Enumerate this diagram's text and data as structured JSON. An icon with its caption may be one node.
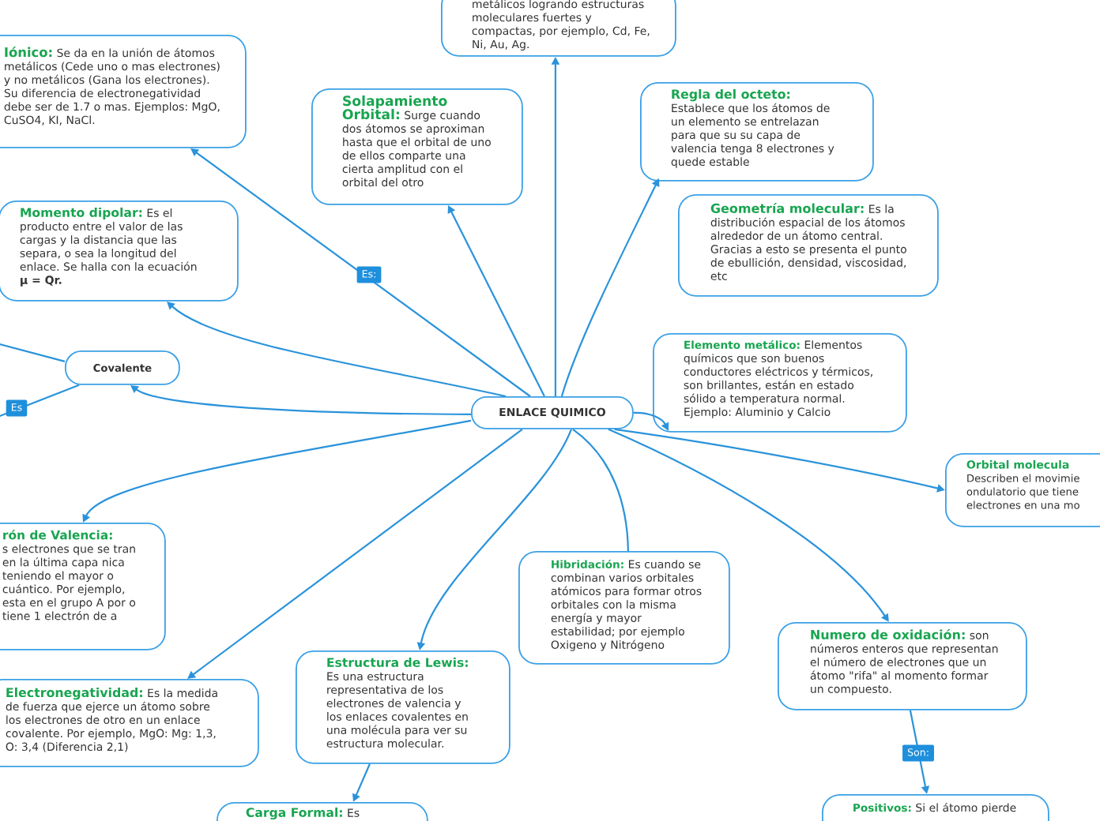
{
  "diagram": {
    "nodes": [
      {
        "text": [
          "metálicos logrando estructuras moleculares fuertes y compactas, por ejemplo, Cd, Fe, Ni, Au, Ag."
        ]
      },
      {
        "text": [
          "Iónico:",
          "Se da en la unión de átomos metálicos (Cede uno o mas electrones) y no metálicos (Gana los electrones). Su diferencia de electronegatividad debe ser de 1.7 o mas. Ejemplos: MgO, CuSO4, KI, NaCl."
        ]
      },
      {
        "text": [
          "Regla del octeto:",
          "Establece que los átomos de un elemento se entrelazan para que su su capa de valencia tenga 8 electrones y quede estable"
        ]
      },
      {
        "text": [
          "Solapamiento Orbital:",
          "Surge cuando dos átomos se aproximan hasta que el orbital de uno de ellos comparte una cierta amplitud con el orbital del otro"
        ]
      },
      {
        "text": [
          "Geometría molecular:",
          "Es la distribución espacial de los átomos alrededor de un átomo central. Gracias a esto se presenta el punto de ebullición, densidad, viscosidad, etc"
        ]
      },
      {
        "text": [
          "Momento dipolar:",
          "Es el producto entre el valor de las cargas y la distancia que las separa, o sea la longitud del enlace. Se halla con la ecuación **μ = Qr.**"
        ]
      },
      {
        "text": [
          "Elemento metálico:",
          "Elementos químicos que son buenos conductores eléctricos y térmicos, son brillantes, están en estado sólido a temperatura normal. Ejemplo: Aluminio y Calcio"
        ]
      },
      {
        "text": [
          "Covalente"
        ]
      },
      {
        "text": [
          "ENLACE QUIMICO"
        ]
      },
      {
        "text": [
          "Orbital molecula",
          "Describen el movimie ondulatorio que tiene electrones en una mo"
        ]
      },
      {
        "text": [
          "rón de Valencia:",
          "s electrones que se tran en la última capa nica teniendo el mayor o cuántico. Por ejemplo, esta en el grupo A por o tiene 1 electrón de a"
        ]
      },
      {
        "text": [
          "Hibridación:",
          "Es cuando se combinan varios orbitales atómicos para formar otros orbitales con la misma energía y mayor estabilidad; por ejemplo Oxigeno y Nitrógeno"
        ]
      },
      {
        "text": [
          "Numero de oxidación:",
          "son números enteros que representan el número de electrones que un átomo \"rifa\" al momento formar un compuesto."
        ]
      },
      {
        "text": [
          "Estructura de Lewis:",
          "Es una estructura representativa de los electrones de valencia y los enlaces covalentes en una molécula para ver su estructura molecular."
        ]
      },
      {
        "text": [
          "Electronegatividad:",
          "Es la medida de fuerza que ejerce un átomo sobre los electrones de otro en un enlace covalente. Por ejemplo, MgO: Mg: 1,3, O: 3,4 (Diferencia 2,1)"
        ]
      },
      {
        "text": [
          "Positivos:",
          "Si el átomo pierde"
        ]
      },
      {
        "text": [
          "Carga Formal:",
          "Es"
        ]
      }
    ],
    "edges": [
      {
        "from": 8,
        "to": 0,
        "arrow": "to"
      },
      {
        "from": 8,
        "to": 1,
        "arrow": "to",
        "label": "Es:"
      },
      {
        "from": 8,
        "to": 2,
        "arrow": "to"
      },
      {
        "from": 8,
        "to": 3,
        "arrow": "to"
      },
      {
        "from": 8,
        "to": 5,
        "arrow": "to"
      },
      {
        "from": 8,
        "to": 7,
        "arrow": "to"
      },
      {
        "from": 8,
        "to": 6,
        "arrow": "to"
      },
      {
        "from": 8,
        "to": 9,
        "arrow": "to"
      },
      {
        "from": 8,
        "to": 10,
        "arrow": "to"
      },
      {
        "from": 8,
        "to": 11,
        "arrow": "none"
      },
      {
        "from": 8,
        "to": 12,
        "arrow": "to"
      },
      {
        "from": 8,
        "to": 14,
        "arrow": "to"
      },
      {
        "from": 8,
        "to": 13,
        "arrow": "to"
      },
      {
        "from": 12,
        "to": 15,
        "arrow": "to",
        "label": "Son:"
      },
      {
        "from": 13,
        "to": 16,
        "arrow": "to"
      },
      {
        "from": 7,
        "to": null,
        "arrow": "none"
      },
      {
        "from": 7,
        "to": null,
        "arrow": "none",
        "label": "Es"
      }
    ]
  }
}
